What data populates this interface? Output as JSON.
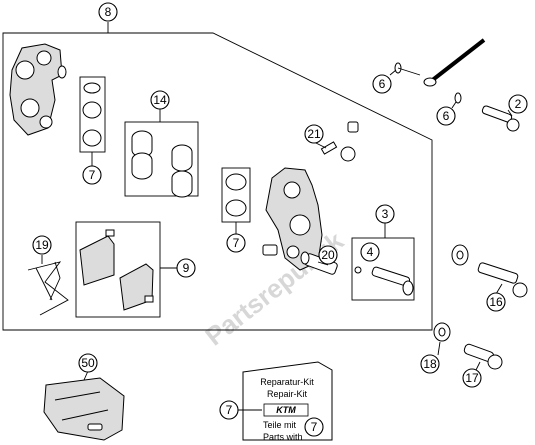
{
  "diagram": {
    "watermark": "Partsrepublik",
    "callouts": {
      "c8": "8",
      "c7a": "7",
      "c14": "14",
      "c21": "21",
      "c7b": "7",
      "c3": "3",
      "c4": "4",
      "c20": "20",
      "c19": "19",
      "c9": "9",
      "c6a": "6",
      "c6b": "6",
      "c2": "2",
      "c16": "16",
      "c18": "18",
      "c17": "17",
      "c50": "50",
      "c7c": "7",
      "c7d": "7"
    },
    "kit_label": {
      "line1": "Reparatur-Kit",
      "line2": "Repair-Kit",
      "brand": "KTM",
      "line3": "Teile mit",
      "line4": "Parts with"
    }
  }
}
